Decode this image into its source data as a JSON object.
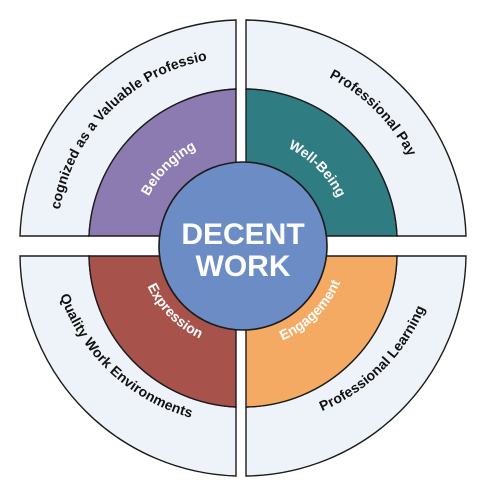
{
  "center": {
    "line1": "DECENT",
    "line2": "WORK",
    "color": "#6b8cc4"
  },
  "outer_fill": "#eef3fa",
  "quadrants": [
    {
      "key": "top-left",
      "outer_label": "Recognized as a Valuable Professional",
      "inner_label": "Belonging",
      "inner_color": "#8c7bb0"
    },
    {
      "key": "top-right",
      "outer_label": "Professional Pay",
      "inner_label": "Well-Being",
      "inner_color": "#2f7c83"
    },
    {
      "key": "bottom-right",
      "outer_label": "Professional Learning",
      "inner_label": "Engagement",
      "inner_color": "#f4aa63"
    },
    {
      "key": "bottom-left",
      "outer_label": "Quality Work Environments",
      "inner_label": "Expression",
      "inner_color": "#a8524c"
    }
  ]
}
